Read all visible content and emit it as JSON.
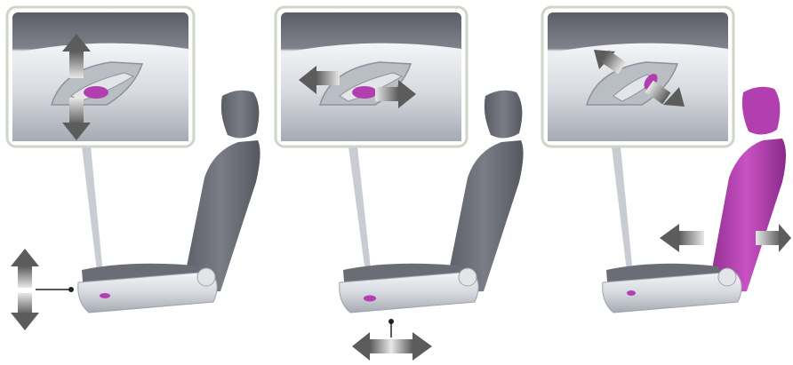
{
  "illustration": {
    "panels": [
      {
        "id": "height-adjust",
        "control_motion": "up-down",
        "seat_motion": "vertical"
      },
      {
        "id": "fore-aft-adjust",
        "control_motion": "forward-backward",
        "seat_motion": "horizontal"
      },
      {
        "id": "backrest-recline",
        "control_motion": "diagonal",
        "seat_motion": "backrest-tilt"
      }
    ],
    "colors": {
      "highlight": "#b23fb0",
      "highlight_light": "#d774d3",
      "seat_fabric": "#6c6f7a",
      "seat_fabric_dark": "#4d5059",
      "trim": "#d9dce2",
      "trim_dark": "#9fa3ab",
      "frame_border": "#cfd6c8",
      "arrow": "#5c5c5c"
    }
  }
}
